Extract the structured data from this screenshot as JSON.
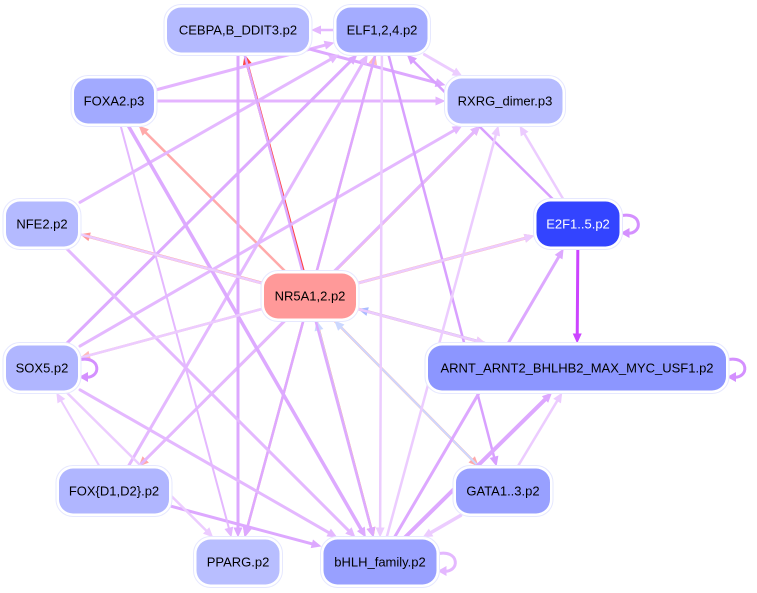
{
  "nodes": [
    {
      "id": "CEBPA",
      "label": "CEBPA,B_DDIT3.p2",
      "fill": "#b4baff",
      "text": "#000000"
    },
    {
      "id": "ELF",
      "label": "ELF1,2,4.p2",
      "fill": "#a4acff",
      "text": "#000000"
    },
    {
      "id": "FOXA2",
      "label": "FOXA2.p3",
      "fill": "#a2aaff",
      "text": "#000000"
    },
    {
      "id": "RXRG",
      "label": "RXRG_dimer.p3",
      "fill": "#b6bcff",
      "text": "#000000"
    },
    {
      "id": "NFE2",
      "label": "NFE2.p2",
      "fill": "#b4baff",
      "text": "#000000"
    },
    {
      "id": "E2F",
      "label": "E2F1..5.p2",
      "fill": "#3344ff",
      "text": "#ffffff"
    },
    {
      "id": "NR5A1",
      "label": "NR5A1,2.p2",
      "fill": "#ff9999",
      "text": "#000000"
    },
    {
      "id": "SOX5",
      "label": "SOX5.p2",
      "fill": "#b0b6ff",
      "text": "#000000"
    },
    {
      "id": "ARNT",
      "label": "ARNT_ARNT2_BHLHB2_MAX_MYC_USF1.p2",
      "fill": "#8c96ff",
      "text": "#000000"
    },
    {
      "id": "FOXD",
      "label": "FOX{D1,D2}.p2",
      "fill": "#b0b6ff",
      "text": "#000000"
    },
    {
      "id": "GATA",
      "label": "GATA1..3.p2",
      "fill": "#98a0ff",
      "text": "#000000"
    },
    {
      "id": "PPARG",
      "label": "PPARG.p2",
      "fill": "#b8beff",
      "text": "#000000"
    },
    {
      "id": "bHLH",
      "label": "bHLH_family.p2",
      "fill": "#98a0ff",
      "text": "#000000"
    }
  ],
  "edges": [
    {
      "from": "NR5A1",
      "to": "CEBPA",
      "color": "#ff4444",
      "weight": 3
    },
    {
      "from": "NR5A1",
      "to": "FOXA2",
      "color": "#ffaaaa",
      "weight": 2.5
    },
    {
      "from": "NR5A1",
      "to": "NFE2",
      "color": "#ff9999",
      "weight": 3
    },
    {
      "from": "NR5A1",
      "to": "SOX5",
      "color": "#ffbbbb",
      "weight": 2.5
    },
    {
      "from": "NR5A1",
      "to": "FOXD",
      "color": "#ffaaaa",
      "weight": 2.5
    },
    {
      "from": "NR5A1",
      "to": "PPARG",
      "color": "#ffaaaa",
      "weight": 2.5
    },
    {
      "from": "NR5A1",
      "to": "bHLH",
      "color": "#ff8888",
      "weight": 2.5
    },
    {
      "from": "NR5A1",
      "to": "GATA",
      "color": "#ffaaaa",
      "weight": 2.5
    },
    {
      "from": "NR5A1",
      "to": "ELF",
      "color": "#ffbbbb",
      "weight": 2.5
    },
    {
      "from": "NR5A1",
      "to": "RXRG",
      "color": "#ffaaaa",
      "weight": 3
    },
    {
      "from": "NR5A1",
      "to": "E2F",
      "color": "#ffaaaa",
      "weight": 3
    },
    {
      "from": "NR5A1",
      "to": "ARNT",
      "color": "#ffbbbb",
      "weight": 3
    },
    {
      "from": "ARNT",
      "to": "NR5A1",
      "color": "#aabbff",
      "weight": 2.5
    },
    {
      "from": "bHLH",
      "to": "NR5A1",
      "color": "#ccd8ff",
      "weight": 2
    },
    {
      "from": "GATA",
      "to": "NR5A1",
      "color": "#ccd8ff",
      "weight": 2
    },
    {
      "from": "E2F",
      "to": "ARNT",
      "color": "#cc44ff",
      "weight": 3
    },
    {
      "from": "FOXA2",
      "to": "ELF",
      "color": "#e4b4ff",
      "weight": 3
    },
    {
      "from": "FOXA2",
      "to": "RXRG",
      "color": "#e4b4ff",
      "weight": 3
    },
    {
      "from": "ELF",
      "to": "RXRG",
      "color": "#ecccff",
      "weight": 3
    },
    {
      "from": "CEBPA",
      "to": "RXRG",
      "color": "#dda8ff",
      "weight": 3
    },
    {
      "from": "NFE2",
      "to": "ELF",
      "color": "#e4b8ff",
      "weight": 3
    },
    {
      "from": "SOX5",
      "to": "ELF",
      "color": "#ddaaff",
      "weight": 3
    },
    {
      "from": "SOX5",
      "to": "RXRG",
      "color": "#e4b8ff",
      "weight": 3
    },
    {
      "from": "FOXD",
      "to": "ELF",
      "color": "#e4b8ff",
      "weight": 3
    },
    {
      "from": "FOXD",
      "to": "SOX5",
      "color": "#ecccff",
      "weight": 2
    },
    {
      "from": "FOXD",
      "to": "bHLH",
      "color": "#dda8ff",
      "weight": 3
    },
    {
      "from": "FOXD",
      "to": "RXRG",
      "color": "#e4b8ff",
      "weight": 3
    },
    {
      "from": "E2F",
      "to": "RXRG",
      "color": "#ecccff",
      "weight": 2.5
    },
    {
      "from": "E2F",
      "to": "ELF",
      "color": "#d8a0ff",
      "weight": 2.5
    },
    {
      "from": "ELF",
      "to": "GATA",
      "color": "#d8a0ff",
      "weight": 2.5
    },
    {
      "from": "ELF",
      "to": "bHLH",
      "color": "#ecccff",
      "weight": 2.5
    },
    {
      "from": "ELF",
      "to": "PPARG",
      "color": "#dda8ff",
      "weight": 2.5
    },
    {
      "from": "CEBPA",
      "to": "PPARG",
      "color": "#dda8ff",
      "weight": 3
    },
    {
      "from": "CEBPA",
      "to": "bHLH",
      "color": "#ddaaff",
      "weight": 2.5
    },
    {
      "from": "FOXA2",
      "to": "PPARG",
      "color": "#e4b8ff",
      "weight": 2
    },
    {
      "from": "FOXA2",
      "to": "bHLH",
      "color": "#ddaaff",
      "weight": 3.5
    },
    {
      "from": "NFE2",
      "to": "bHLH",
      "color": "#e4b8ff",
      "weight": 3
    },
    {
      "from": "NFE2",
      "to": "ARNT",
      "color": "#ecccff",
      "weight": 2.5
    },
    {
      "from": "SOX5",
      "to": "PPARG",
      "color": "#ecccff",
      "weight": 2.5
    },
    {
      "from": "SOX5",
      "to": "bHLH",
      "color": "#e4b8ff",
      "weight": 3
    },
    {
      "from": "SOX5",
      "to": "E2F",
      "color": "#ecccff",
      "weight": 2.5
    },
    {
      "from": "bHLH",
      "to": "ARNT",
      "color": "#dda8ff",
      "weight": 4
    },
    {
      "from": "GATA",
      "to": "ARNT",
      "color": "#ecccff",
      "weight": 2.5
    },
    {
      "from": "GATA",
      "to": "bHLH",
      "color": "#ecccff",
      "weight": 3.5
    },
    {
      "from": "bHLH",
      "to": "E2F",
      "color": "#dda8ff",
      "weight": 3
    },
    {
      "from": "bHLH",
      "to": "RXRG",
      "color": "#ecccff",
      "weight": 2.5
    },
    {
      "from": "ELF",
      "to": "CEBPA",
      "color": "#e4b8ff",
      "weight": 2.5
    }
  ],
  "self_loops": [
    {
      "node": "E2F",
      "color": "#d490ff"
    },
    {
      "node": "SOX5",
      "color": "#d490ff"
    },
    {
      "node": "ARNT",
      "color": "#d490ff"
    },
    {
      "node": "bHLH",
      "color": "#e4b8ff"
    }
  ]
}
